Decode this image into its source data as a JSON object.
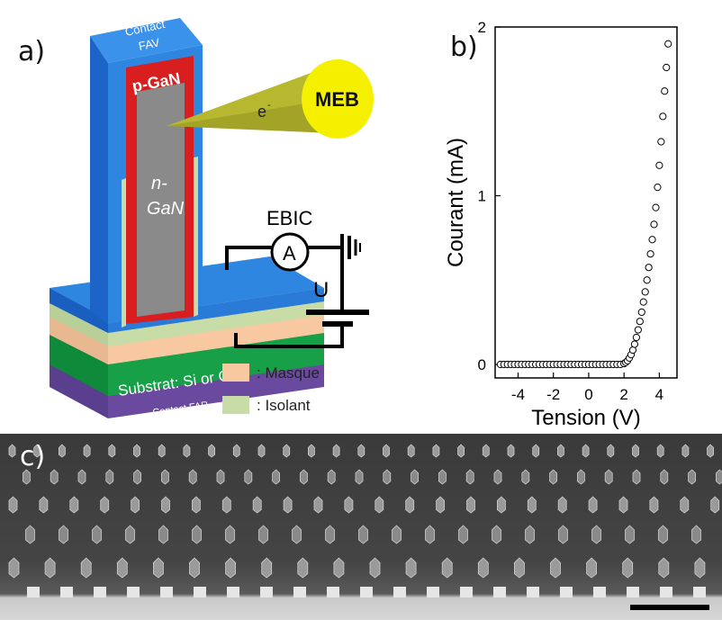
{
  "labels": {
    "a": "a)",
    "b": "b)",
    "c": "c)"
  },
  "schematic": {
    "contact_fav_line1": "Contact",
    "contact_fav_line2": "FAV",
    "p_gan": "p-GaN",
    "n_gan_line1": "n-",
    "n_gan_line2": "GaN",
    "electron": "e",
    "electron_sup": "-",
    "meb": "MEB",
    "ebic": "EBIC",
    "ammeter": "A",
    "voltage": "U",
    "substrate": "Substrat: Si or GaN",
    "contact_far": "Contact FAR",
    "legend": [
      {
        "label": ": Masque",
        "color": "#f8c8a0"
      },
      {
        "label": ": Isolant",
        "color": "#c8dca8"
      }
    ]
  },
  "chart_data": {
    "type": "scatter",
    "title": "",
    "xlabel": "Tension (V)",
    "ylabel": "Courant (mA)",
    "xlim": [
      -5.3,
      5.0
    ],
    "ylim": [
      -0.08,
      2.0
    ],
    "xticks": [
      -4,
      -2,
      0,
      2,
      4
    ],
    "yticks": [
      0,
      1,
      2
    ],
    "grid": false,
    "legend": "none",
    "marker": "open-circle",
    "series": [
      {
        "x": [
          -5.0,
          -4.8,
          -4.6,
          -4.4,
          -4.2,
          -4.0,
          -3.8,
          -3.6,
          -3.4,
          -3.2,
          -3.0,
          -2.8,
          -2.6,
          -2.4,
          -2.2,
          -2.0,
          -1.8,
          -1.6,
          -1.4,
          -1.2,
          -1.0,
          -0.8,
          -0.6,
          -0.4,
          -0.2,
          0.0,
          0.2,
          0.4,
          0.6,
          0.8,
          1.0,
          1.2,
          1.4,
          1.6,
          1.8,
          2.0,
          2.1,
          2.2,
          2.3,
          2.4,
          2.5,
          2.6,
          2.7,
          2.8,
          2.9,
          3.0,
          3.1,
          3.2,
          3.3,
          3.4,
          3.5,
          3.6,
          3.7,
          3.8,
          3.9,
          4.0,
          4.1,
          4.2,
          4.3,
          4.4,
          4.5
        ],
        "y": [
          0,
          0,
          0,
          0,
          0,
          0,
          0,
          0,
          0,
          0,
          0,
          0,
          0,
          0,
          0,
          0,
          0,
          0,
          0,
          0,
          0,
          0,
          0,
          0,
          0,
          0,
          0,
          0,
          0,
          0,
          0,
          0,
          0,
          0,
          0,
          0.005,
          0.012,
          0.022,
          0.038,
          0.058,
          0.085,
          0.12,
          0.16,
          0.205,
          0.255,
          0.31,
          0.37,
          0.43,
          0.5,
          0.575,
          0.655,
          0.74,
          0.83,
          0.93,
          1.05,
          1.18,
          1.32,
          1.47,
          1.62,
          1.76,
          1.9
        ]
      }
    ]
  },
  "sem_image": {
    "description_color": "#3a3a3a"
  }
}
